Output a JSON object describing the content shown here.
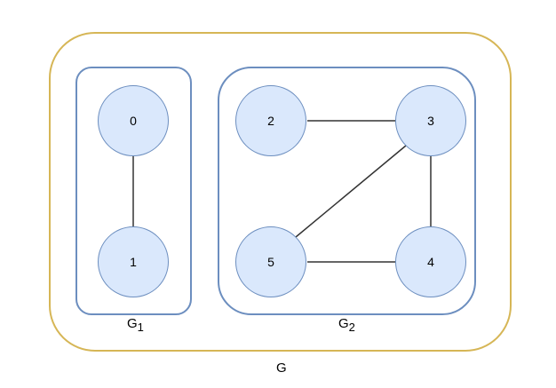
{
  "groups": {
    "outer": {
      "label": "G",
      "color": "#d6b656"
    },
    "g1": {
      "label_base": "G",
      "label_sub": "1",
      "color": "#6c8ebf"
    },
    "g2": {
      "label_base": "G",
      "label_sub": "2",
      "color": "#6c8ebf"
    }
  },
  "node_style": {
    "fill": "#dae8fc",
    "stroke": "#6c8ebf"
  },
  "nodes": [
    {
      "id": "0",
      "label": "0",
      "group": "G1"
    },
    {
      "id": "1",
      "label": "1",
      "group": "G1"
    },
    {
      "id": "2",
      "label": "2",
      "group": "G2"
    },
    {
      "id": "3",
      "label": "3",
      "group": "G2"
    },
    {
      "id": "4",
      "label": "4",
      "group": "G2"
    },
    {
      "id": "5",
      "label": "5",
      "group": "G2"
    }
  ],
  "edges": [
    {
      "from": "0",
      "to": "1"
    },
    {
      "from": "2",
      "to": "3"
    },
    {
      "from": "3",
      "to": "4"
    },
    {
      "from": "3",
      "to": "5"
    },
    {
      "from": "5",
      "to": "4"
    }
  ]
}
